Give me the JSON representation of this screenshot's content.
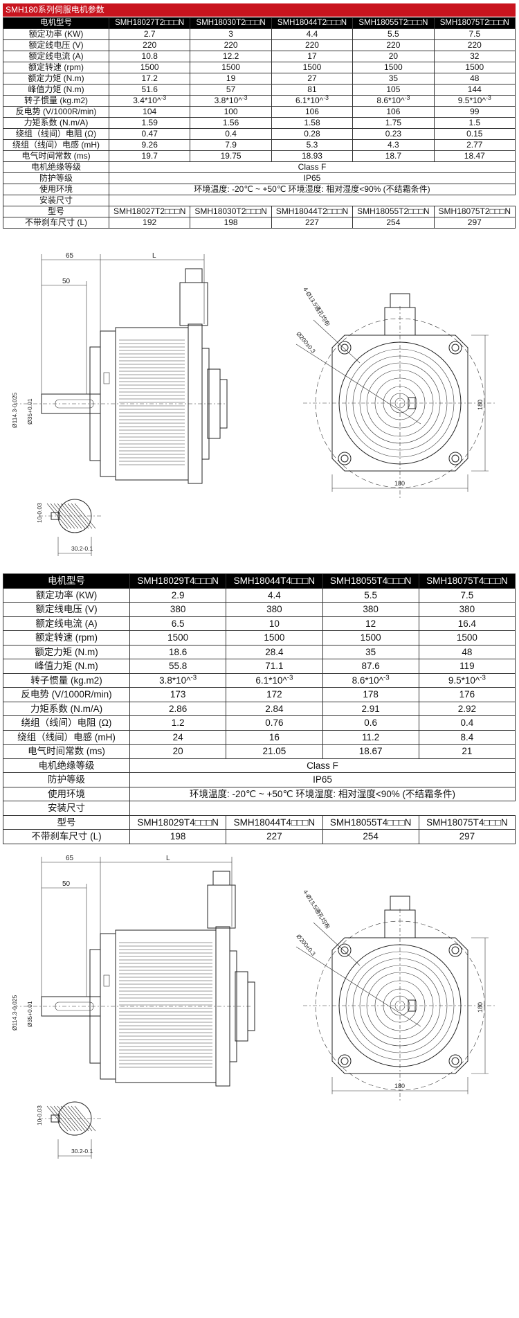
{
  "section1": {
    "title": "SMH180系列伺服电机参数",
    "header_label": "电机型号",
    "models": [
      "SMH18027T2□□□N",
      "SMH18030T2□□□N",
      "SMH18044T2□□□N",
      "SMH18055T2□□□N",
      "SMH18075T2□□□N"
    ],
    "rows": [
      {
        "label": "额定功率 (KW)",
        "values": [
          "2.7",
          "3",
          "4.4",
          "5.5",
          "7.5"
        ]
      },
      {
        "label": "额定线电压 (V)",
        "values": [
          "220",
          "220",
          "220",
          "220",
          "220"
        ]
      },
      {
        "label": "额定线电流 (A)",
        "values": [
          "10.8",
          "12.2",
          "17",
          "20",
          "32"
        ]
      },
      {
        "label": "额定转速 (rpm)",
        "values": [
          "1500",
          "1500",
          "1500",
          "1500",
          "1500"
        ]
      },
      {
        "label": "额定力矩 (N.m)",
        "values": [
          "17.2",
          "19",
          "27",
          "35",
          "48"
        ]
      },
      {
        "label": "峰值力矩 (N.m)",
        "values": [
          "51.6",
          "57",
          "81",
          "105",
          "144"
        ]
      },
      {
        "label": "转子惯量 (kg.m2)",
        "values": [
          "3.4*10^",
          "3.8*10^",
          "6.1*10^",
          "8.6*10^",
          "9.5*10^"
        ],
        "exp": "-3"
      },
      {
        "label": "反电势 (V/1000R/min)",
        "values": [
          "104",
          "100",
          "106",
          "106",
          "99"
        ]
      },
      {
        "label": "力矩系数 (N.m/A)",
        "values": [
          "1.59",
          "1.56",
          "1.58",
          "1.75",
          "1.5"
        ]
      },
      {
        "label": "绕组（线间）电阻 (Ω)",
        "values": [
          "0.47",
          "0.4",
          "0.28",
          "0.23",
          "0.15"
        ]
      },
      {
        "label": "绕组（线间）电感 (mH)",
        "values": [
          "9.26",
          "7.9",
          "5.3",
          "4.3",
          "2.77"
        ]
      },
      {
        "label": "电气时间常数 (ms)",
        "values": [
          "19.7",
          "19.75",
          "18.93",
          "18.7",
          "18.47"
        ]
      }
    ],
    "insulation": {
      "label": "电机绝缘等级",
      "value": "Class F"
    },
    "protection": {
      "label": "防护等级",
      "value": "IP65"
    },
    "environment": {
      "label": "使用环境",
      "value": "环境温度: -20℃ ~ +50℃ 环境湿度: 相对湿度<90% (不结霜条件)"
    },
    "install_label": "安装尺寸",
    "type_label": "型号",
    "type_models": [
      "SMH18027T2□□□N",
      "SMH18030T2□□□N",
      "SMH18044T2□□□N",
      "SMH18055T2□□□N",
      "SMH18075T2□□□N"
    ],
    "length_label": "不带刹车尺寸 (L)",
    "lengths": [
      "192",
      "198",
      "227",
      "254",
      "297"
    ]
  },
  "section2": {
    "header_label": "电机型号",
    "models": [
      "SMH18029T4□□□N",
      "SMH18044T4□□□N",
      "SMH18055T4□□□N",
      "SMH18075T4□□□N"
    ],
    "rows": [
      {
        "label": "额定功率 (KW)",
        "values": [
          "2.9",
          "4.4",
          "5.5",
          "7.5"
        ]
      },
      {
        "label": "额定线电压 (V)",
        "values": [
          "380",
          "380",
          "380",
          "380"
        ]
      },
      {
        "label": "额定线电流 (A)",
        "values": [
          "6.5",
          "10",
          "12",
          "16.4"
        ]
      },
      {
        "label": "额定转速 (rpm)",
        "values": [
          "1500",
          "1500",
          "1500",
          "1500"
        ]
      },
      {
        "label": "额定力矩 (N.m)",
        "values": [
          "18.6",
          "28.4",
          "35",
          "48"
        ]
      },
      {
        "label": "峰值力矩 (N.m)",
        "values": [
          "55.8",
          "71.1",
          "87.6",
          "119"
        ]
      },
      {
        "label": "转子惯量 (kg.m2)",
        "values": [
          "3.8*10^",
          "6.1*10^",
          "8.6*10^",
          "9.5*10^"
        ],
        "exp": "-3"
      },
      {
        "label": "反电势 (V/1000R/min)",
        "values": [
          "173",
          "172",
          "178",
          "176"
        ]
      },
      {
        "label": "力矩系数 (N.m/A)",
        "values": [
          "2.86",
          "2.84",
          "2.91",
          "2.92"
        ]
      },
      {
        "label": "绕组（线间）电阻 (Ω)",
        "values": [
          "1.2",
          "0.76",
          "0.6",
          "0.4"
        ]
      },
      {
        "label": "绕组（线间）电感 (mH)",
        "values": [
          "24",
          "16",
          "11.2",
          "8.4"
        ]
      },
      {
        "label": "电气时间常数 (ms)",
        "values": [
          "20",
          "21.05",
          "18.67",
          "21"
        ]
      }
    ],
    "insulation": {
      "label": "电机绝缘等级",
      "value": "Class F"
    },
    "protection": {
      "label": "防护等级",
      "value": "IP65"
    },
    "environment": {
      "label": "使用环境",
      "value": "环境温度: -20℃ ~ +50℃ 环境湿度: 相对湿度<90% (不结霜条件)"
    },
    "install_label": "安装尺寸",
    "type_label": "型号",
    "type_models": [
      "SMH18029T4□□□N",
      "SMH18044T4□□□N",
      "SMH18055T4□□□N",
      "SMH18075T4□□□N"
    ],
    "length_label": "不带刹车尺寸 (L)",
    "lengths": [
      "198",
      "227",
      "254",
      "297"
    ]
  },
  "drawing": {
    "dim_65": "65",
    "dim_50": "50",
    "dim_L": "L",
    "dim_flange": "Ø114.3-0.025",
    "dim_shaft": "Ø35+0.01",
    "dim_key_h": "10-0.03",
    "dim_key_w": "30.2-0.1",
    "dim_holes": "4-Ø13.5通孔均布",
    "dim_pcd": "Ø200±0.3",
    "dim_180_h": "180",
    "dim_180_v": "180"
  }
}
